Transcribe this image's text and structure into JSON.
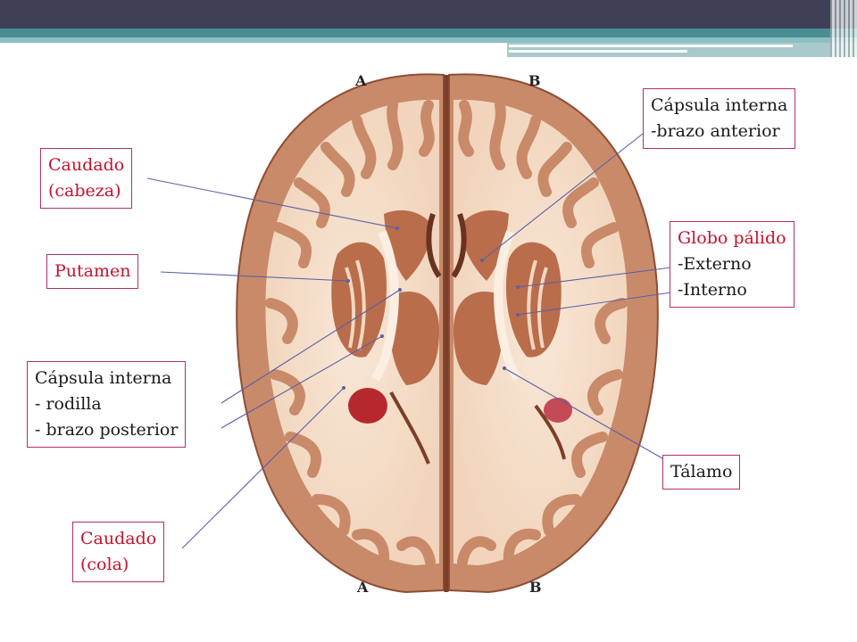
{
  "corner_letters": {
    "top_left": "A",
    "top_right": "B",
    "bottom_left": "A",
    "bottom_right": "B"
  },
  "labels": {
    "caudado_cabeza": {
      "lines": [
        "Caudado",
        "(cabeza)"
      ],
      "color": "#c8102e"
    },
    "putamen": {
      "lines": [
        "Putamen"
      ],
      "color": "#c8102e"
    },
    "capsula_rodilla": {
      "lines": [
        "Cápsula interna",
        "- rodilla",
        "- brazo posterior"
      ],
      "color": "#1a1a1a"
    },
    "caudado_cola": {
      "lines": [
        "Caudado",
        "(cola)"
      ],
      "color": "#c8102e"
    },
    "capsula_anterior": {
      "lines": [
        "Cápsula interna",
        "-brazo anterior"
      ],
      "color": "#1a1a1a"
    },
    "globo_palido": {
      "lines": [
        "Globo pálido",
        "-Externo",
        "-Interno"
      ],
      "color": "#c8102e"
    },
    "talamo": {
      "lines": [
        "Tálamo"
      ],
      "color": "#1a1a1a"
    }
  },
  "colors": {
    "header": "#3f3f56",
    "accent": "#4a8e92",
    "cortex": "#c98a6a",
    "white_matter": "#f6e1cc",
    "nuclei": "#b96d4b",
    "label_border": "#b0306a"
  }
}
